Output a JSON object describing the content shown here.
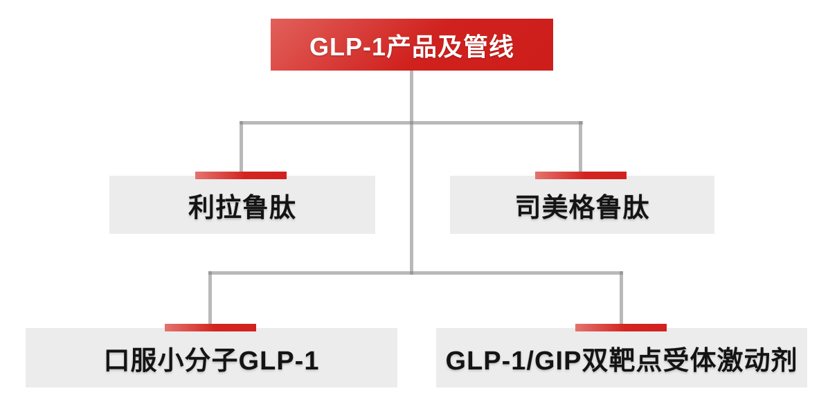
{
  "diagram": {
    "title": "GLP-1 product and pipeline tree",
    "nodes": {
      "root": {
        "label": "GLP-1产品及管线"
      },
      "row1": [
        {
          "label": "利拉鲁肽"
        },
        {
          "label": "司美格鲁肽"
        }
      ],
      "row2": [
        {
          "label": "口服小分子GLP-1"
        },
        {
          "label": "GLP-1/GIP双靶点受体激动剂"
        }
      ]
    },
    "colors": {
      "accent_red": "#D2221F",
      "accent_red_light": "#E4736E",
      "root_gradient_start": "#E2605B",
      "root_gradient_end": "#CD1E1C",
      "node_background": "#ECECEC",
      "connector_gray": "#B4B4B4",
      "root_text": "#FFFFFF",
      "node_text": "#141414",
      "page_background": "#FFFFFF"
    }
  }
}
